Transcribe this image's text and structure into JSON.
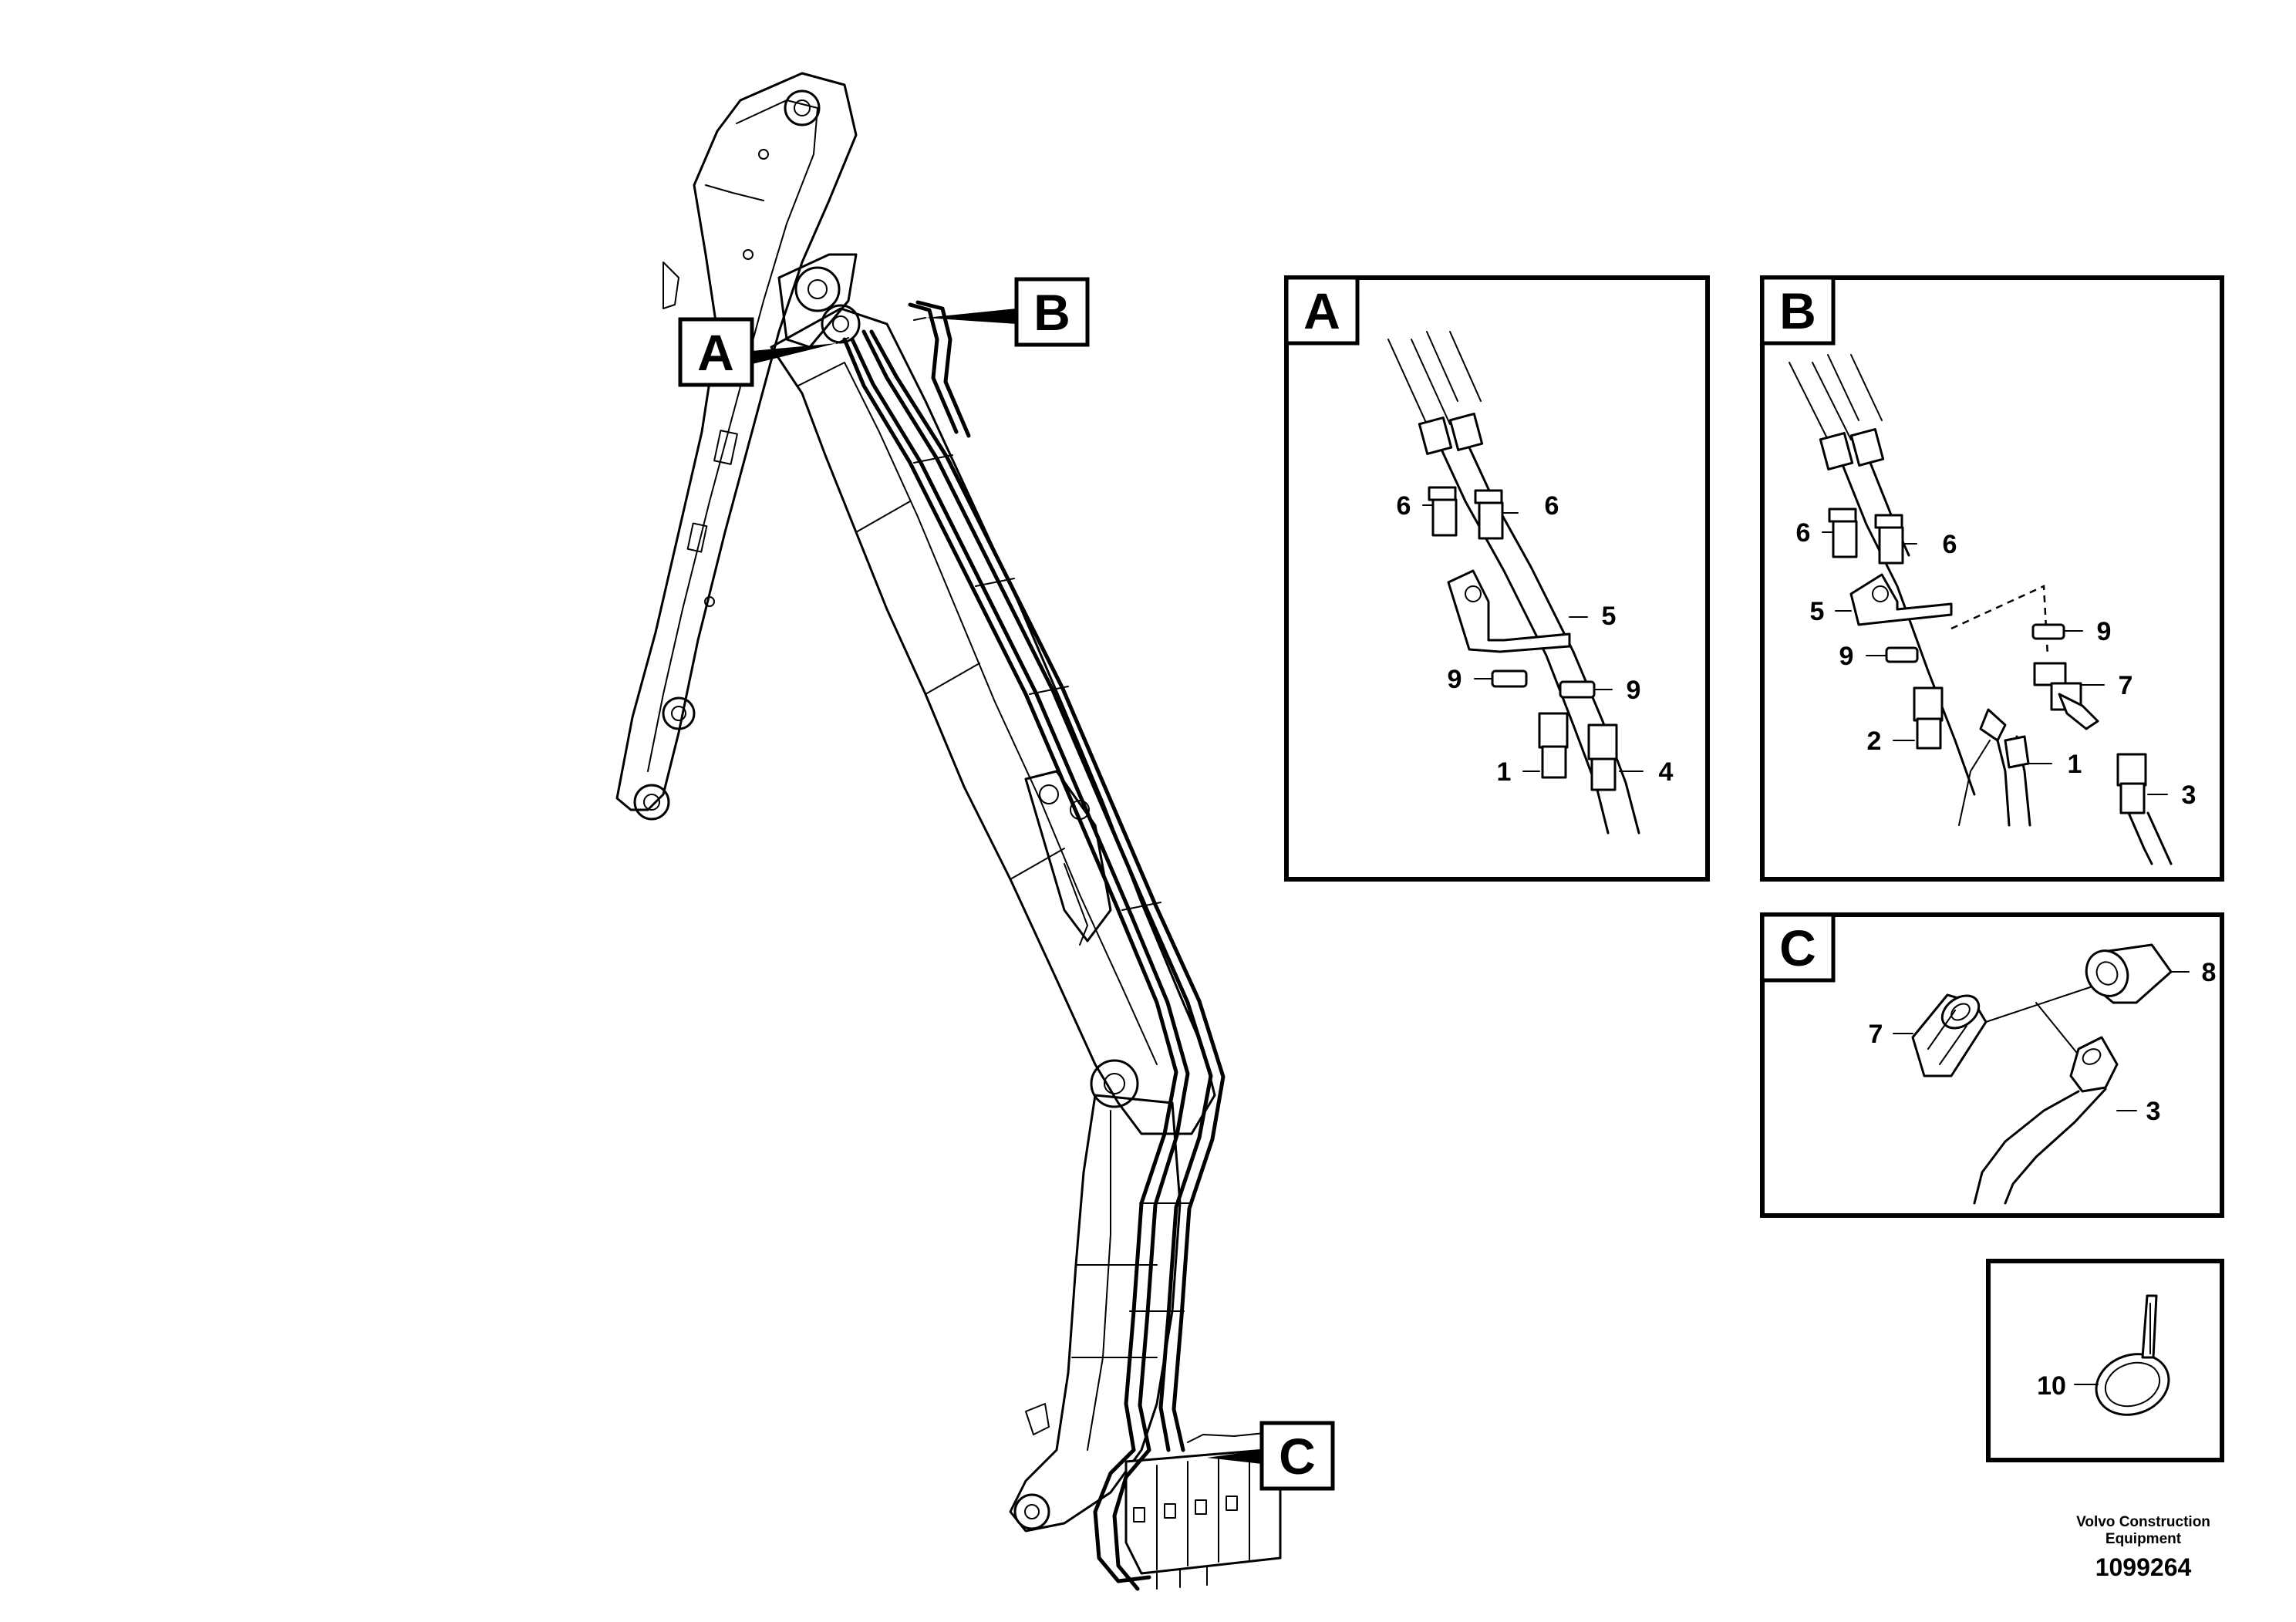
{
  "detail_tags": {
    "A": "A",
    "B": "B",
    "C": "C"
  },
  "panel_a": {
    "title": "A",
    "callouts": [
      "6",
      "6",
      "5",
      "9",
      "9",
      "1",
      "4"
    ]
  },
  "panel_b": {
    "title": "B",
    "callouts": [
      "6",
      "6",
      "5",
      "9",
      "9",
      "7",
      "2",
      "1",
      "3"
    ]
  },
  "panel_c": {
    "title": "C",
    "callouts": [
      "7",
      "8",
      "3"
    ]
  },
  "panel_10": {
    "callouts": [
      "10"
    ]
  },
  "footer": {
    "brand_line1": "Volvo Construction",
    "brand_line2": "Equipment",
    "drawing_number": "1099264"
  }
}
